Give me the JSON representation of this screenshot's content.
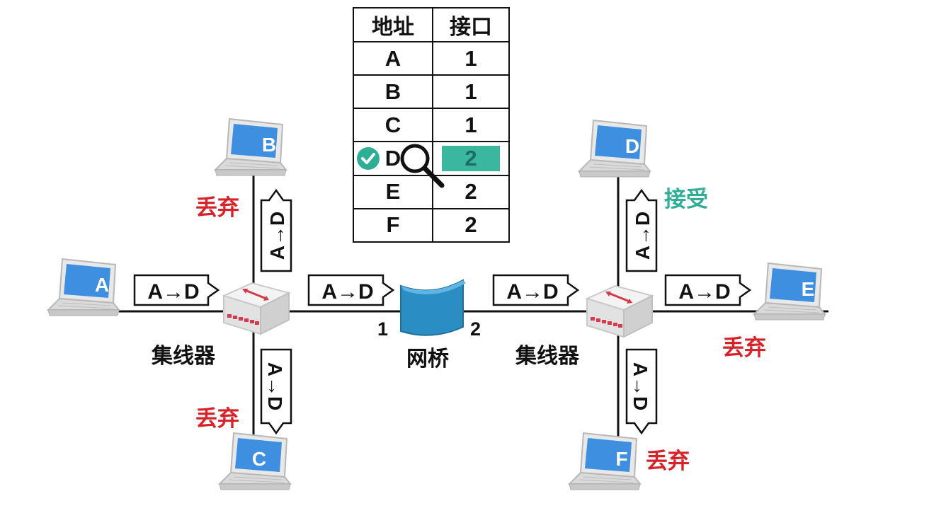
{
  "table": {
    "headers": [
      "地址",
      "接口"
    ],
    "rows": [
      {
        "addr": "A",
        "port": "1"
      },
      {
        "addr": "B",
        "port": "1"
      },
      {
        "addr": "C",
        "port": "1"
      },
      {
        "addr": "D",
        "port": "2",
        "highlighted": true
      },
      {
        "addr": "E",
        "port": "2"
      },
      {
        "addr": "F",
        "port": "2"
      }
    ]
  },
  "frame_label": "A→D",
  "hosts": {
    "a": "A",
    "b": "B",
    "c": "C",
    "d": "D",
    "e": "E",
    "f": "F"
  },
  "devices": {
    "hub_left": "集线器",
    "hub_right": "集线器",
    "bridge": "网桥"
  },
  "bridge_ports": {
    "left": "1",
    "right": "2"
  },
  "status": {
    "b": "丢弃",
    "c": "丢弃",
    "d": "接受",
    "e": "丢弃",
    "f": "丢弃"
  },
  "colors": {
    "discard": "#d6232a",
    "accept": "#2fae96",
    "highlight": "#3bb7a0",
    "laptop_screen": "#3f8fe0"
  }
}
